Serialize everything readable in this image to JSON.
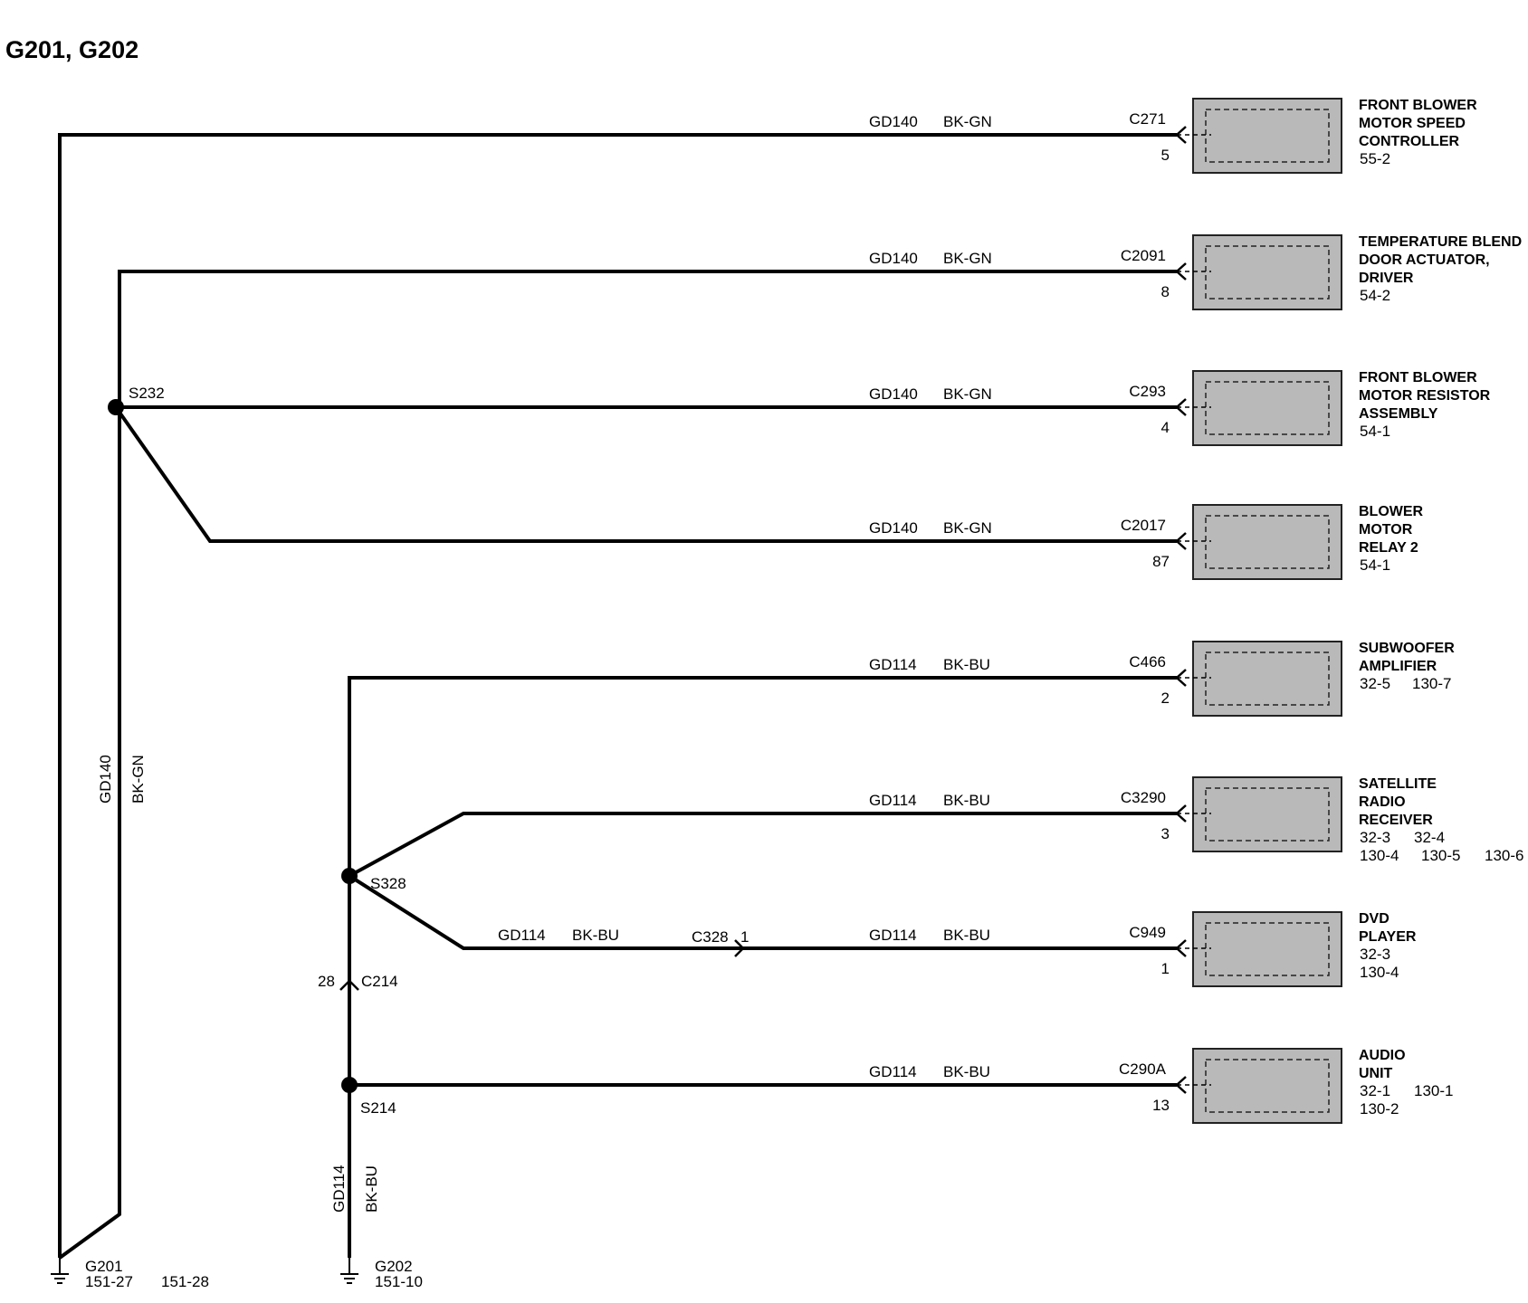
{
  "title": "G201, G202",
  "grounds": [
    {
      "name": "G201",
      "refs": [
        "151-27",
        "151-28"
      ]
    },
    {
      "name": "G202",
      "refs": [
        "151-10"
      ]
    }
  ],
  "splices": [
    "S232",
    "S328",
    "S214"
  ],
  "inline_connectors": [
    {
      "name": "C214",
      "pin": "28"
    },
    {
      "name": "C328",
      "pin": "1"
    }
  ],
  "trunks": [
    {
      "circuit": "GD140",
      "color": "BK-GN"
    },
    {
      "circuit": "GD114",
      "color": "BK-BU"
    }
  ],
  "branches": [
    {
      "circuit": "GD140",
      "color": "BK-GN",
      "connector": "C271",
      "pin": "5",
      "device": [
        "FRONT BLOWER",
        "MOTOR SPEED",
        "CONTROLLER"
      ],
      "refs": [
        "55-2"
      ]
    },
    {
      "circuit": "GD140",
      "color": "BK-GN",
      "connector": "C2091",
      "pin": "8",
      "device": [
        "TEMPERATURE BLEND",
        "DOOR ACTUATOR,",
        "DRIVER"
      ],
      "refs": [
        "54-2"
      ]
    },
    {
      "circuit": "GD140",
      "color": "BK-GN",
      "connector": "C293",
      "pin": "4",
      "device": [
        "FRONT BLOWER",
        "MOTOR RESISTOR",
        "ASSEMBLY"
      ],
      "refs": [
        "54-1"
      ]
    },
    {
      "circuit": "GD140",
      "color": "BK-GN",
      "connector": "C2017",
      "pin": "87",
      "device": [
        "BLOWER",
        "MOTOR",
        "RELAY 2"
      ],
      "refs": [
        "54-1"
      ]
    },
    {
      "circuit": "GD114",
      "color": "BK-BU",
      "connector": "C466",
      "pin": "2",
      "device": [
        "SUBWOOFER",
        "AMPLIFIER"
      ],
      "refs": [
        "32-5",
        "130-7"
      ]
    },
    {
      "circuit": "GD114",
      "color": "BK-BU",
      "connector": "C3290",
      "pin": "3",
      "device": [
        "SATELLITE",
        "RADIO",
        "RECEIVER"
      ],
      "refs": [
        "32-3",
        "32-4",
        "130-4",
        "130-5",
        "130-6"
      ]
    },
    {
      "circuit": "GD114",
      "color": "BK-BU",
      "connector": "C949",
      "pin": "1",
      "device": [
        "DVD",
        "PLAYER"
      ],
      "refs": [
        "32-3",
        "130-4"
      ],
      "inline": {
        "circuit": "GD114",
        "color": "BK-BU"
      }
    },
    {
      "circuit": "GD114",
      "color": "BK-BU",
      "connector": "C290A",
      "pin": "13",
      "device": [
        "AUDIO",
        "UNIT"
      ],
      "refs": [
        "32-1",
        "130-1",
        "130-2"
      ]
    }
  ]
}
